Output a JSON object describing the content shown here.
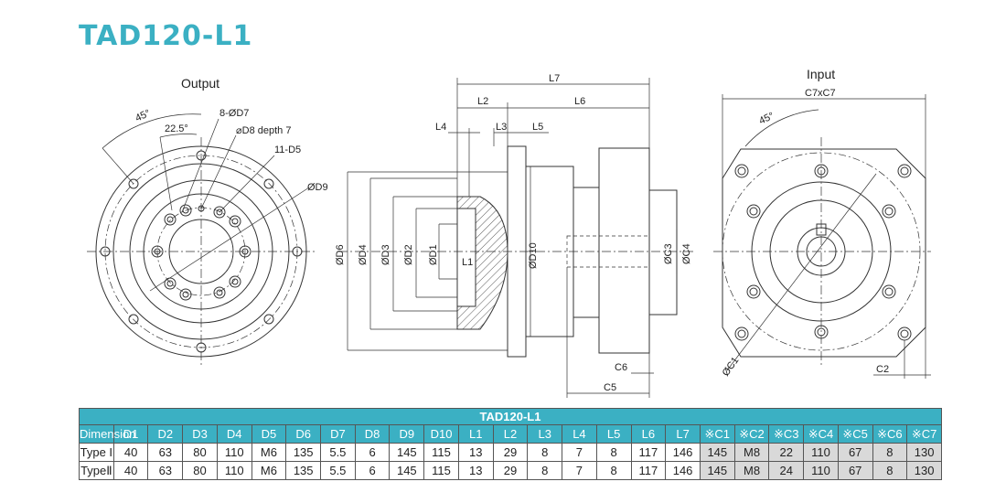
{
  "title": "TAD120-L1",
  "views": {
    "output_label": "Output",
    "input_label": "Input"
  },
  "callouts": {
    "angle_45_left": "45°",
    "angle_22_5": "22.5°",
    "holes_8_d7": "8-ØD7",
    "d8_depth": "⌀D8 depth 7",
    "holes_11_d5": "11-D5",
    "d9": "ØD9",
    "l7": "L7",
    "l2": "L2",
    "l6": "L6",
    "l4": "L4",
    "l3": "L3",
    "l5": "L5",
    "l1": "L1",
    "d6": "ØD6",
    "d4": "ØD4",
    "d3": "ØD3",
    "d2": "ØD2",
    "d1": "ØD1",
    "d10": "ØD10",
    "c3": "ØC3",
    "c4": "ØC4",
    "c6": "C6",
    "c5": "C5",
    "c7xc7": "C7xC7",
    "angle_45_right": "45°",
    "c1": "ØC1",
    "c2": "C2"
  },
  "table": {
    "title": "TAD120-L1",
    "headers": [
      "Dimension",
      "D1",
      "D2",
      "D3",
      "D4",
      "D5",
      "D6",
      "D7",
      "D8",
      "D9",
      "D10",
      "L1",
      "L2",
      "L3",
      "L4",
      "L5",
      "L6",
      "L7",
      "※C1",
      "※C2",
      "※C3",
      "※C4",
      "※C5",
      "※C6",
      "※C7"
    ],
    "rows": [
      [
        "Type I",
        "40",
        "63",
        "80",
        "110",
        "M6",
        "135",
        "5.5",
        "6",
        "145",
        "115",
        "13",
        "29",
        "8",
        "7",
        "8",
        "117",
        "146",
        "145",
        "M8",
        "22",
        "110",
        "67",
        "8",
        "130"
      ],
      [
        "TypeⅡ",
        "40",
        "63",
        "80",
        "110",
        "M6",
        "135",
        "5.5",
        "6",
        "145",
        "115",
        "13",
        "29",
        "8",
        "7",
        "8",
        "117",
        "146",
        "145",
        "M8",
        "24",
        "110",
        "67",
        "8",
        "130"
      ]
    ],
    "colors": {
      "header": "#3bb0c3",
      "grey_cells": "#d9d9d9"
    }
  }
}
